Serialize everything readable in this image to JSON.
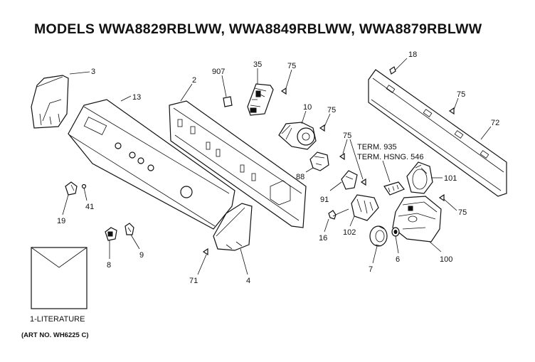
{
  "title": "MODELS WWA8829RBLWW, WWA8849RBLWW, WWA8879RBLWW",
  "art_number": "(ART NO. WH6225 C)",
  "callouts": {
    "c3": "3",
    "c13": "13",
    "c2": "2",
    "c907": "907",
    "c35": "35",
    "c75a": "75",
    "c10": "10",
    "c75b": "75",
    "c18": "18",
    "c75c": "75",
    "c72": "72",
    "c75d": "75",
    "c88": "88",
    "c91": "91",
    "c935": "TERM. 935",
    "c546": "TERM. HSNG. 546",
    "c101": "101",
    "c75e": "75",
    "c16": "16",
    "c102": "102",
    "c100": "100",
    "c7": "7",
    "c6": "6",
    "c19": "19",
    "c41": "41",
    "c8": "8",
    "c9": "9",
    "c71": "71",
    "c4": "4",
    "literature": "1-LITERATURE"
  }
}
